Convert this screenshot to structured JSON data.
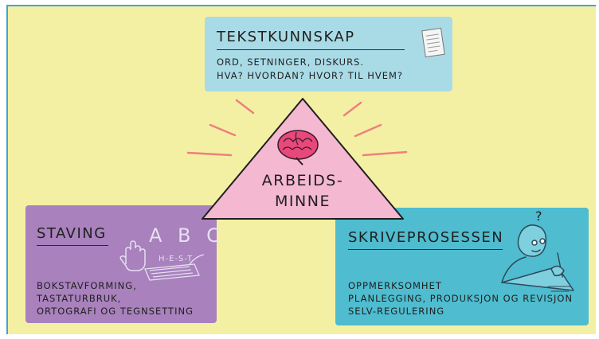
{
  "top_box": {
    "title": "TEKSTKUNNSKAP",
    "line1": "ORD, SETNINGER, DISKURS.",
    "line2": "HVA? HVORDAN? HVOR? TIL HVEM?",
    "icon": "document-icon"
  },
  "center": {
    "line1": "ARBEIDS-",
    "line2": "MINNE",
    "icon": "brain-icon"
  },
  "left_box": {
    "title": "STAVING",
    "letters": "A B C",
    "word": "H-E-S-T",
    "line1": "BOKSTAVFORMING,",
    "line2": "TASTATURBRUK,",
    "line3": "ORTOGRAFI OG TEGNSETTING",
    "icons": [
      "hand-icon",
      "keyboard-icon"
    ]
  },
  "right_box": {
    "title": "SKRIVEPROSESSEN",
    "question_mark": "?",
    "line1": "OPPMERKSOMHET",
    "line2": "PLANLEGGING, PRODUKSJON OG REVISJON",
    "line3": "SELV-REGULERING",
    "icon": "writing-person-icon"
  },
  "colors": {
    "background": "#f4f0a3",
    "frame_border": "#3da5d9",
    "top_box": "#a9dbe7",
    "left_box": "#a881bd",
    "right_box": "#4fbccf",
    "triangle": "#f4b8d1",
    "rays": "#ef7f7f",
    "brain": "#e8487a"
  }
}
